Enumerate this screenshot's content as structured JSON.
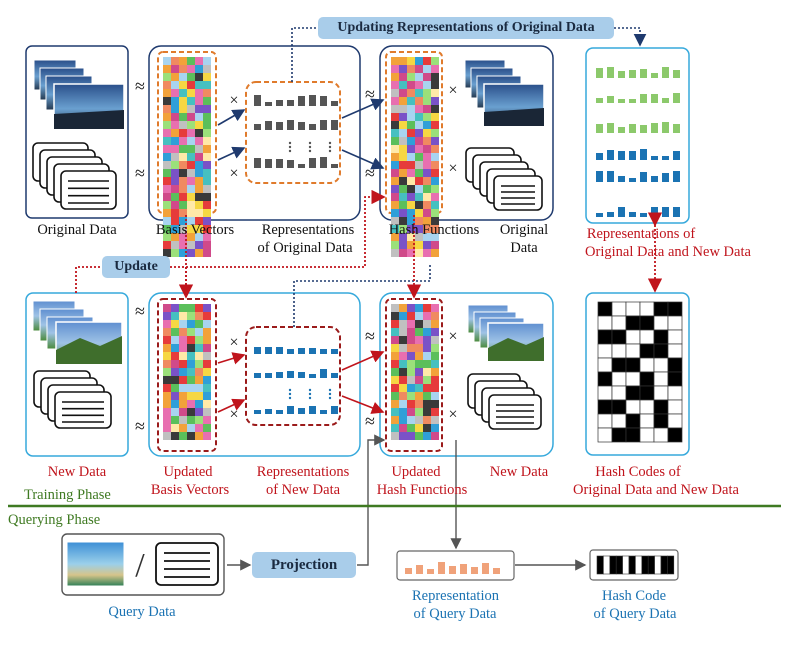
{
  "labels": {
    "updating_representations": "Updating Representations of Original Data",
    "update": "Update",
    "projection": "Projection",
    "original_data_left": "Original Data",
    "basis_vectors": "Basis Vectors",
    "representations_of": "Representations",
    "of_original_data": "of Original Data",
    "hash_functions": "Hash Functions",
    "original": "Original",
    "data": "Data",
    "reps_orig_new_1": "Representations of",
    "reps_orig_new_2": "Original Data and New Data",
    "new_data_left": "New Data",
    "updated": "Updated",
    "basis_vectors_2": "Basis Vectors",
    "representations_2": "Representations",
    "of_new_data": "of New Data",
    "updated_2": "Updated",
    "hash_functions_2": "Hash Functions",
    "new_data_right": "New Data",
    "hash_codes_1": "Hash Codes of",
    "hash_codes_2": "Original Data and New Data",
    "training_phase": "Training Phase",
    "querying_phase": "Querying Phase",
    "query_data": "Query Data",
    "representation": "Representation",
    "of_query_data": "of Query Data",
    "hash_code": "Hash Code",
    "of_query_data_2": "of  Query Data"
  },
  "symbols": {
    "approx": "≈",
    "times": "×",
    "vdots": "⋮",
    "slash": "/"
  },
  "colors": {
    "navy": "#1f3a6e",
    "cyan": "#36a9dc",
    "orange": "#e07b2c",
    "dark_red": "#9b1b1b",
    "red": "#c0141c",
    "blue": "#1b73b3",
    "green_line": "#3f7a22",
    "pill": "#a9cdea"
  }
}
